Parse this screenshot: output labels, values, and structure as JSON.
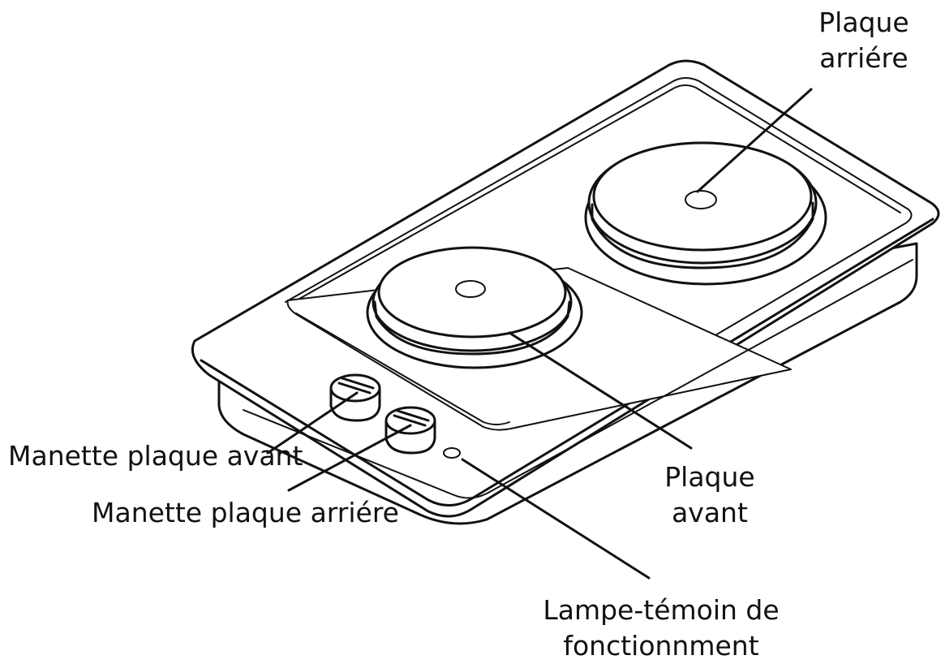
{
  "diagram": {
    "labels": {
      "rear_plate": [
        "Plaque",
        "arriére"
      ],
      "front_plate": [
        "Plaque",
        "avant"
      ],
      "front_knob": "Manette plaque avant",
      "rear_knob": "Manette plaque arriére",
      "pilot_lamp": [
        "Lampe-témoin de",
        "fonctionnment"
      ]
    }
  }
}
